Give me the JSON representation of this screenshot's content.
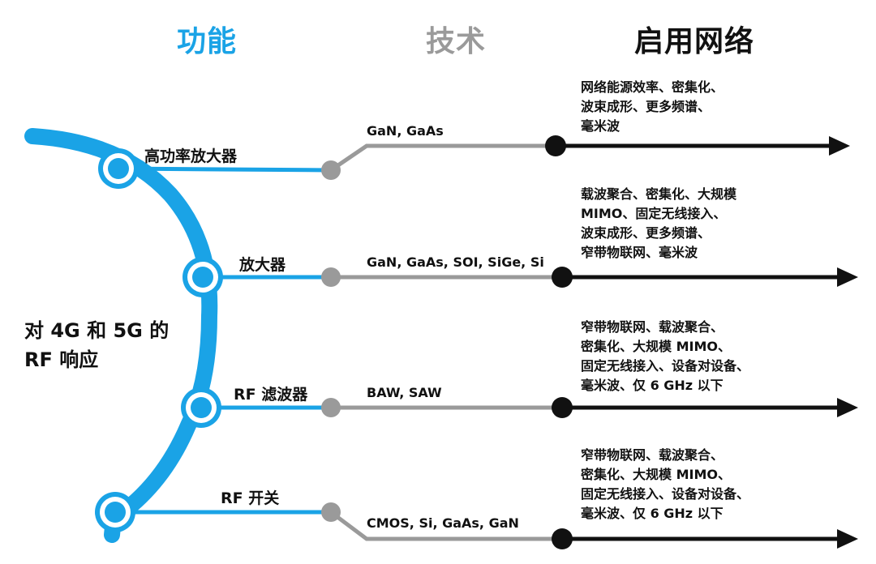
{
  "headers": {
    "function": "功能",
    "technology": "技术",
    "network": "启用网络"
  },
  "side_label": "对 4G 和 5G 的\nRF 响应",
  "rows": [
    {
      "function": "高功率放大器",
      "technology": "GaN, GaAs",
      "networks": "网络能源效率、密集化、\n波束成形、更多频谱、\n毫米波"
    },
    {
      "function": "放大器",
      "technology": "GaN, GaAs, SOI, SiGe, Si",
      "networks": "载波聚合、密集化、大规模\nMIMO、固定无线接入、\n波束成形、更多频谱、\n窄带物联网、毫米波"
    },
    {
      "function": "RF 滤波器",
      "technology": "BAW, SAW",
      "networks": "窄带物联网、载波聚合、\n密集化、大规模 MIMO、\n固定无线接入、设备对设备、\n毫米波、仅 6 GHz 以下"
    },
    {
      "function": "RF 开关",
      "technology": "CMOS, Si, GaAs, GaN",
      "networks": "窄带物联网、载波聚合、\n密集化、大规模 MIMO、\n固定无线接入、设备对设备、\n毫米波、仅 6 GHz 以下"
    }
  ],
  "colors": {
    "function_blue": "#1aa3e6",
    "technology_gray": "#9a9a9a",
    "network_black": "#111111"
  }
}
